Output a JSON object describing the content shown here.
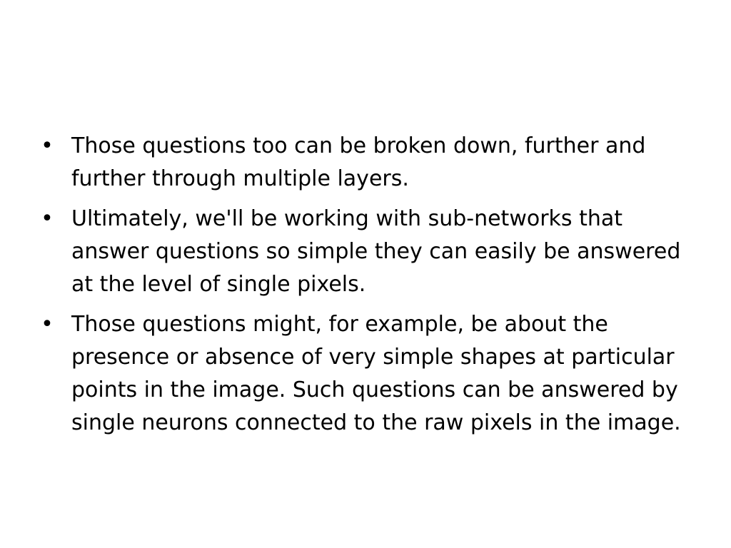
{
  "slide": {
    "bullets": [
      {
        "marker": "•",
        "text": "Those questions too can be broken down, further and further through multiple layers."
      },
      {
        "marker": "•",
        "text": "Ultimately, we'll be working with sub-networks that answer questions so simple they can easily be answered at the level of single pixels."
      },
      {
        "marker": "•",
        "text": "Those questions might, for example, be about the presence or absence of very simple shapes at particular points in the image. Such questions can be answered by single neurons connected to the raw pixels in the image."
      }
    ]
  },
  "colors": {
    "background": "#ffffff",
    "text": "#000000"
  }
}
